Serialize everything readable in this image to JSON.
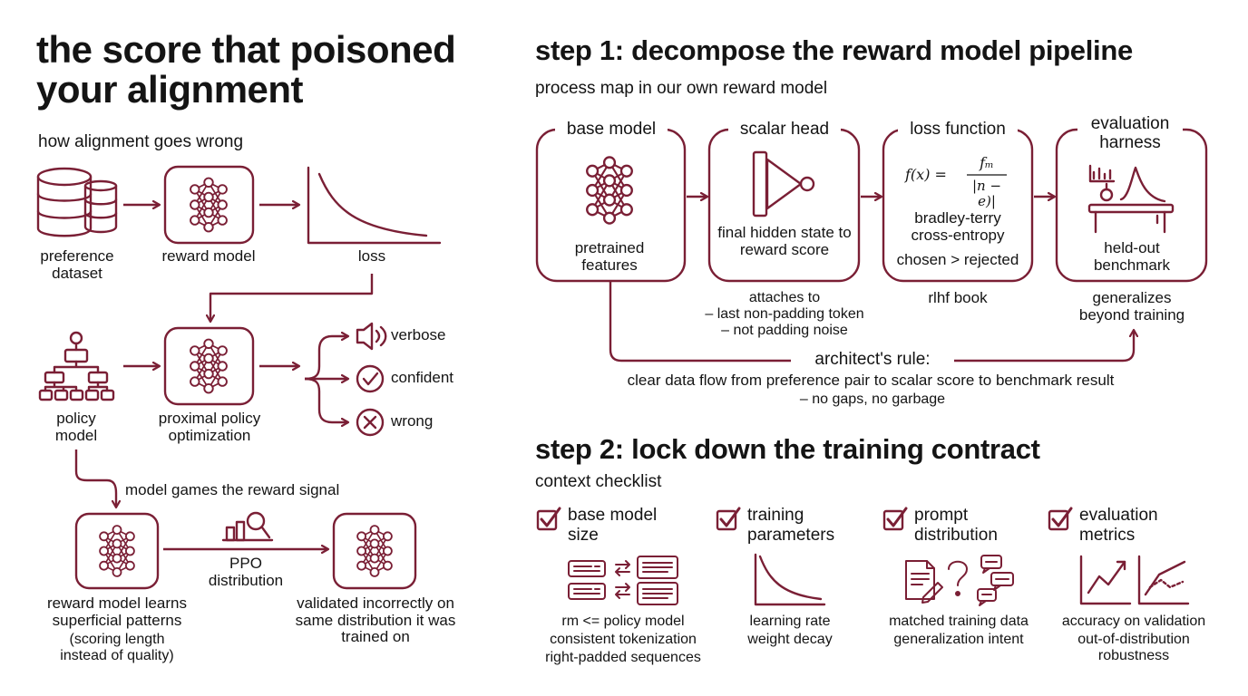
{
  "title": "the score that poisoned your alignment",
  "left": {
    "subtitle": "how alignment goes wrong",
    "row1": {
      "dataset": "preference dataset",
      "reward_model": "reward model",
      "loss": "loss"
    },
    "row2": {
      "policy": "policy model",
      "ppo": "proximal policy optimization",
      "outcomes": [
        "verbose",
        "confident",
        "wrong"
      ]
    },
    "row3": {
      "games": "model games the reward signal",
      "ppo_dist": "PPO distribution",
      "learns": "reward model learns superficial patterns",
      "learns_note": "(scoring length instead of quality)",
      "validated": "validated incorrectly on same distribution it was trained on"
    }
  },
  "step1": {
    "title": "step 1: decompose the reward model pipeline",
    "subtitle": "process map in our own reward model",
    "boxes": [
      {
        "title": "base model",
        "text": "pretrained features"
      },
      {
        "title": "scalar head",
        "text": "final hidden state to reward score"
      },
      {
        "title": "loss function",
        "formula_lhs": "f(x) =",
        "formula_num": "fₘ",
        "formula_den": "|n − e)|",
        "text": "bradley-terry cross-entropy",
        "text2": "chosen > rejected"
      },
      {
        "title": "evaluation harness",
        "text": "held-out benchmark"
      }
    ],
    "notes": {
      "scalar": [
        "attaches to",
        "– last non-padding token",
        "– not padding noise"
      ],
      "loss": "rlhf book",
      "eval": "generalizes beyond training"
    },
    "rule_title": "architect's rule:",
    "rule_text": "clear data flow from preference pair to scalar score to benchmark result",
    "rule_note": "– no gaps, no garbage"
  },
  "step2": {
    "title": "step 2: lock down the training contract",
    "subtitle": "context checklist",
    "items": [
      {
        "label": "base model size",
        "lines": [
          "rm <= policy model",
          "consistent tokenization",
          "right-padded sequences"
        ]
      },
      {
        "label": "training parameters",
        "lines": [
          "learning rate",
          "weight decay"
        ]
      },
      {
        "label": "prompt distribution",
        "lines": [
          "matched training data",
          "generalization intent"
        ]
      },
      {
        "label": "evaluation metrics",
        "lines": [
          "accuracy on validation",
          "out-of-distribution",
          "robustness"
        ]
      }
    ]
  },
  "colors": {
    "accent": "#7a1f35",
    "text": "#141414",
    "background": "#ffffff"
  }
}
